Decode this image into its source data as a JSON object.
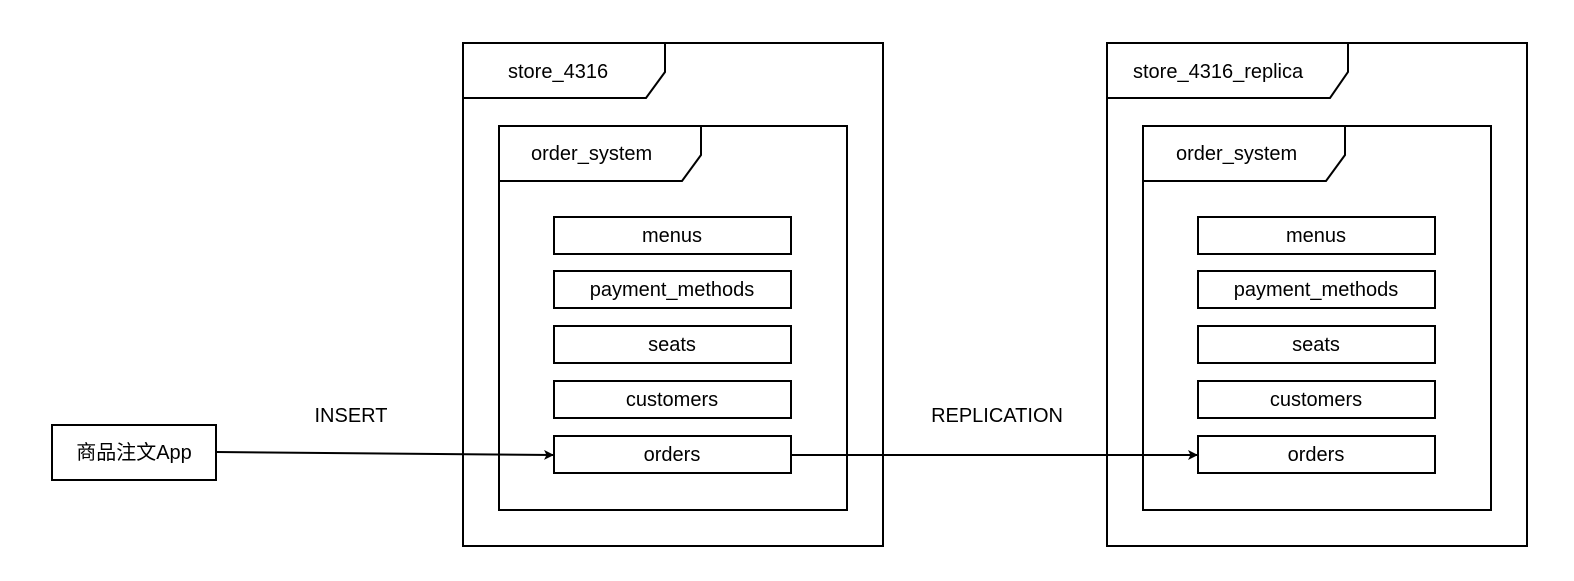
{
  "diagram": {
    "app": {
      "label": "商品注文App"
    },
    "edges": {
      "insert": {
        "label": "INSERT"
      },
      "replication": {
        "label": "REPLICATION"
      }
    },
    "primary": {
      "name": "store_4316",
      "schema": {
        "name": "order_system",
        "tables": [
          "menus",
          "payment_methods",
          "seats",
          "customers",
          "orders"
        ]
      }
    },
    "replica": {
      "name": "store_4316_replica",
      "schema": {
        "name": "order_system",
        "tables": [
          "menus",
          "payment_methods",
          "seats",
          "customers",
          "orders"
        ]
      }
    }
  }
}
